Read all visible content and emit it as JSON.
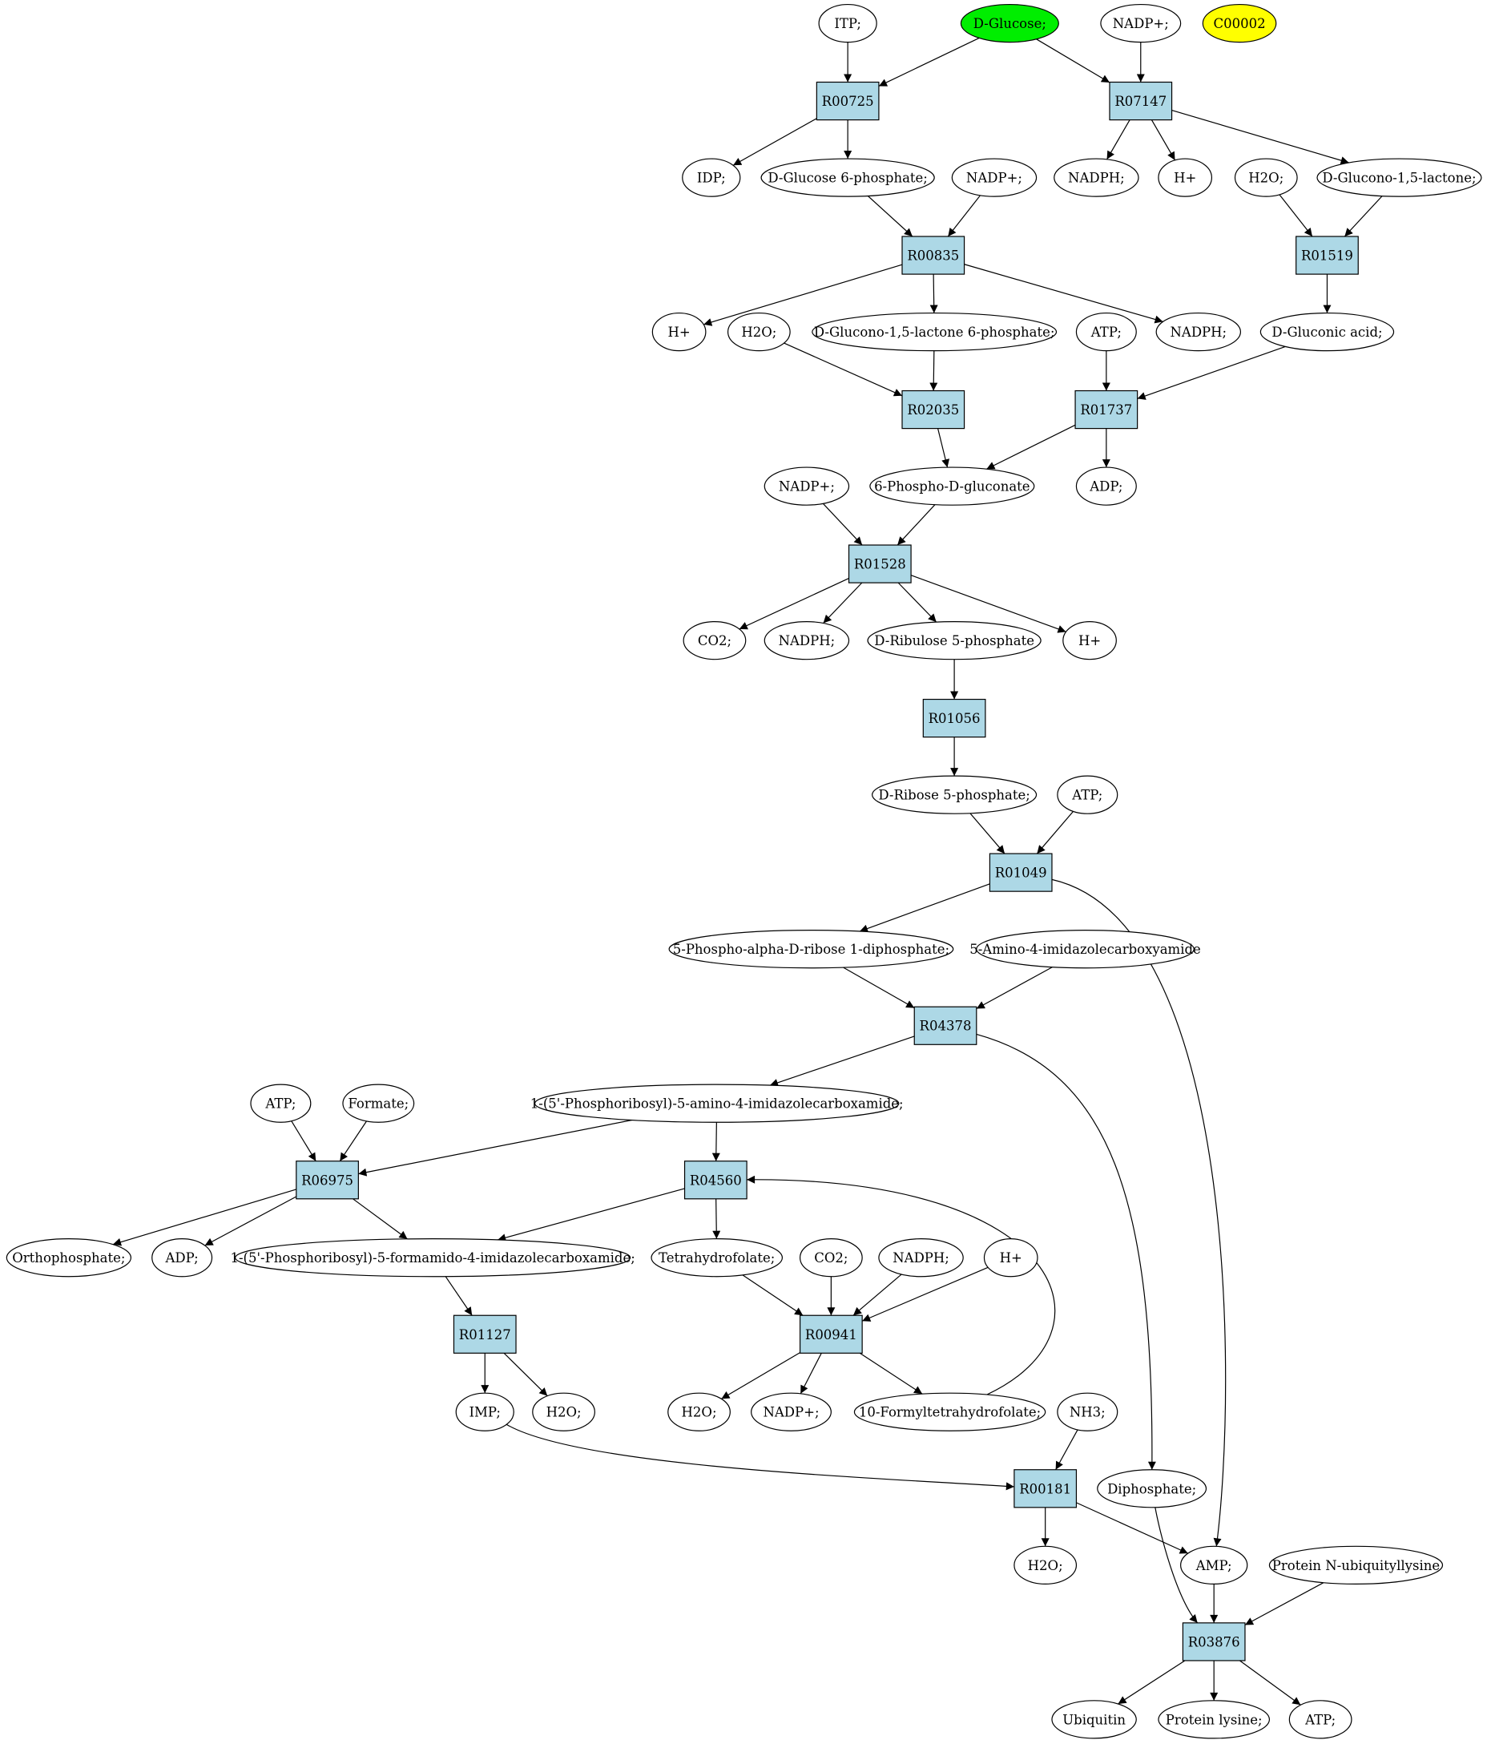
{
  "colors": {
    "compound_fill": "#ffffff",
    "reaction_fill": "#add8e6",
    "highlight_start": "#00ee00",
    "highlight_target": "#ffff00",
    "edge": "#000000"
  },
  "compounds": {
    "itp": "ITP;",
    "d_glucose": "D-Glucose;",
    "nadp_1": "NADP+;",
    "c00002": "C00002",
    "idp": "IDP;",
    "g6p": "D-Glucose 6-phosphate;",
    "nadp_2": "NADP+;",
    "nadph_1": "NADPH;",
    "h_1": "H+",
    "h2o_1": "H2O;",
    "glucono_lactone": "D-Glucono-1,5-lactone;",
    "h_2": "H+",
    "h2o_2": "H2O;",
    "glucono_lactone_6p": "D-Glucono-1,5-lactone 6-phosphate;",
    "atp_1": "ATP;",
    "nadph_2": "NADPH;",
    "gluconic_acid": "D-Gluconic acid;",
    "nadp_3": "NADP+;",
    "phosphogluconate": "6-Phospho-D-gluconate",
    "adp_1": "ADP;",
    "co2_1": "CO2;",
    "nadph_3": "NADPH;",
    "ribulose_5p": "D-Ribulose 5-phosphate",
    "h_3": "H+",
    "ribose_5p": "D-Ribose 5-phosphate;",
    "atp_2": "ATP;",
    "prpp": "5-Phospho-alpha-D-ribose 1-diphosphate;",
    "aica": "5-Amino-4-imidazolecarboxyamide",
    "atp_3": "ATP;",
    "formate": "Formate;",
    "aicar": "1-(5'-Phosphoribosyl)-5-amino-4-imidazolecarboxamide;",
    "orthophosphate": "Orthophosphate;",
    "adp_2": "ADP;",
    "faicar": "1-(5'-Phosphoribosyl)-5-formamido-4-imidazolecarboxamide;",
    "thf": "Tetrahydrofolate;",
    "co2_2": "CO2;",
    "nadph_4": "NADPH;",
    "h_4": "H+",
    "imp": "IMP;",
    "h2o_3": "H2O;",
    "h2o_4": "H2O;",
    "nadp_4": "NADP+;",
    "formyl_thf": "10-Formyltetrahydrofolate;",
    "nh3": "NH3;",
    "diphosphate": "Diphosphate;",
    "h2o_5": "H2O;",
    "amp": "AMP;",
    "protein_ubiquityllysine": "Protein N-ubiquityllysine",
    "ubiquitin": "Ubiquitin",
    "protein_lysine": "Protein lysine;",
    "atp_4": "ATP;"
  },
  "reactions": {
    "R00725": "R00725",
    "R07147": "R07147",
    "R00835": "R00835",
    "R01519": "R01519",
    "R02035": "R02035",
    "R01737": "R01737",
    "R01528": "R01528",
    "R01056": "R01056",
    "R01049": "R01049",
    "R04378": "R04378",
    "R06975": "R06975",
    "R04560": "R04560",
    "R01127": "R01127",
    "R00941": "R00941",
    "R00181": "R00181",
    "R03876": "R03876"
  },
  "edges": [
    [
      "itp",
      "R00725"
    ],
    [
      "d_glucose",
      "R00725"
    ],
    [
      "R00725",
      "idp"
    ],
    [
      "R00725",
      "g6p"
    ],
    [
      "d_glucose",
      "R07147"
    ],
    [
      "nadp_1",
      "R07147"
    ],
    [
      "R07147",
      "nadph_1"
    ],
    [
      "R07147",
      "h_1"
    ],
    [
      "R07147",
      "glucono_lactone"
    ],
    [
      "g6p",
      "R00835"
    ],
    [
      "nadp_2",
      "R00835"
    ],
    [
      "R00835",
      "h_2"
    ],
    [
      "R00835",
      "glucono_lactone_6p"
    ],
    [
      "R00835",
      "nadph_2"
    ],
    [
      "h2o_1",
      "R01519"
    ],
    [
      "glucono_lactone",
      "R01519"
    ],
    [
      "R01519",
      "gluconic_acid"
    ],
    [
      "h2o_2",
      "R02035"
    ],
    [
      "glucono_lactone_6p",
      "R02035"
    ],
    [
      "R02035",
      "phosphogluconate"
    ],
    [
      "atp_1",
      "R01737"
    ],
    [
      "gluconic_acid",
      "R01737"
    ],
    [
      "R01737",
      "phosphogluconate"
    ],
    [
      "R01737",
      "adp_1"
    ],
    [
      "nadp_3",
      "R01528"
    ],
    [
      "phosphogluconate",
      "R01528"
    ],
    [
      "R01528",
      "co2_1"
    ],
    [
      "R01528",
      "nadph_3"
    ],
    [
      "R01528",
      "ribulose_5p"
    ],
    [
      "R01528",
      "h_3"
    ],
    [
      "ribulose_5p",
      "R01056"
    ],
    [
      "R01056",
      "ribose_5p"
    ],
    [
      "ribose_5p",
      "R01049"
    ],
    [
      "atp_2",
      "R01049"
    ],
    [
      "R01049",
      "prpp"
    ],
    [
      "R01049",
      "amp"
    ],
    [
      "prpp",
      "R04378"
    ],
    [
      "aica",
      "R04378"
    ],
    [
      "R04378",
      "aicar"
    ],
    [
      "R04378",
      "diphosphate"
    ],
    [
      "atp_3",
      "R06975"
    ],
    [
      "formate",
      "R06975"
    ],
    [
      "aicar",
      "R06975"
    ],
    [
      "R06975",
      "orthophosphate"
    ],
    [
      "R06975",
      "adp_2"
    ],
    [
      "R06975",
      "faicar"
    ],
    [
      "aicar",
      "R04560"
    ],
    [
      "R04560",
      "faicar"
    ],
    [
      "R04560",
      "thf"
    ],
    [
      "formyl_thf",
      "R04560"
    ],
    [
      "faicar",
      "R01127"
    ],
    [
      "R01127",
      "imp"
    ],
    [
      "R01127",
      "h2o_3"
    ],
    [
      "thf",
      "R00941"
    ],
    [
      "co2_2",
      "R00941"
    ],
    [
      "nadph_4",
      "R00941"
    ],
    [
      "h_4",
      "R00941"
    ],
    [
      "R00941",
      "h2o_4"
    ],
    [
      "R00941",
      "nadp_4"
    ],
    [
      "R00941",
      "formyl_thf"
    ],
    [
      "imp",
      "R00181"
    ],
    [
      "nh3",
      "R00181"
    ],
    [
      "R00181",
      "h2o_5"
    ],
    [
      "R00181",
      "amp"
    ],
    [
      "diphosphate",
      "R03876"
    ],
    [
      "amp",
      "R03876"
    ],
    [
      "protein_ubiquityllysine",
      "R03876"
    ],
    [
      "R03876",
      "ubiquitin"
    ],
    [
      "R03876",
      "protein_lysine"
    ],
    [
      "R03876",
      "atp_4"
    ]
  ]
}
